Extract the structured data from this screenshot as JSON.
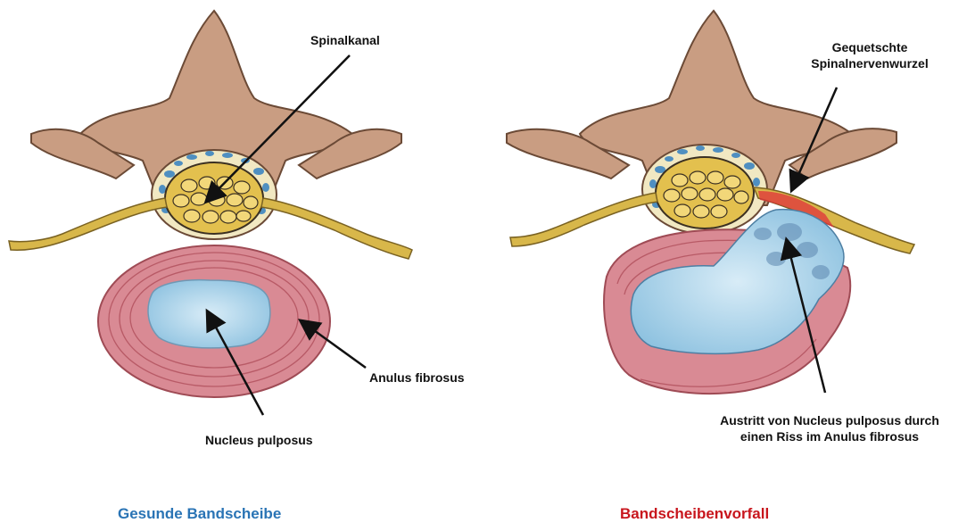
{
  "left_panel": {
    "label_spinal_canal": "Spinalkanal",
    "label_anulus": "Anulus fibrosus",
    "label_nucleus": "Nucleus pulposus",
    "caption": "Gesunde Bandscheibe"
  },
  "right_panel": {
    "label_root_line1": "Gequetschte",
    "label_root_line2": "Spinalnervenwurzel",
    "label_herniation_line1": "Austritt von Nucleus pulposus durch",
    "label_herniation_line2": "einen Riss im Anulus fibrosus",
    "caption": "Bandscheibenvorfall"
  },
  "colors": {
    "caption_healthy": "#2a74b5",
    "caption_hernia": "#c8161d",
    "bone": "#c79a7e",
    "disc": "#d88a93",
    "nucleus": "#a9d2ea",
    "nerve": "#d6b84a"
  }
}
